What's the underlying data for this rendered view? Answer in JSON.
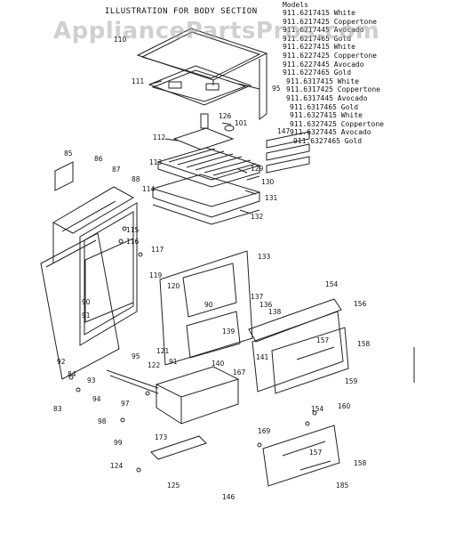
{
  "title": "ILLUSTRATION FOR BODY SECTION",
  "models_heading": "Models",
  "models": [
    "911.6217415 White",
    "911.6217425 Coppertone",
    "911.6217445 Avocado",
    "911.6217465 Gold",
    "911.6227415 White",
    "911.6227425 Coppertone",
    "911.6227445 Avocado",
    "911.6227465 Gold",
    "911.6317415 White",
    "911.6317425 Coppertone",
    "911.6317445 Avocado",
    "911.6317465 Gold",
    "911.6327415 White",
    "911.6327425 Coppertone",
    "911.6327445 Avocado",
    "911.6327465 Gold"
  ],
  "watermark": "AppliancePartsPros.com",
  "parts": [
    "110",
    "111",
    "95",
    "126",
    "101",
    "112",
    "113",
    "129",
    "130",
    "131",
    "132",
    "147",
    "85",
    "86",
    "87",
    "88",
    "114",
    "115",
    "116",
    "117",
    "119",
    "90",
    "91",
    "92",
    "95",
    "120",
    "90",
    "139",
    "121",
    "91",
    "133",
    "137",
    "136",
    "138",
    "154",
    "156",
    "157",
    "158",
    "141",
    "159",
    "122",
    "140",
    "167",
    "84",
    "93",
    "94",
    "83",
    "97",
    "98",
    "99",
    "173",
    "124",
    "125",
    "146",
    "169",
    "154",
    "160",
    "157",
    "158",
    "185"
  ]
}
